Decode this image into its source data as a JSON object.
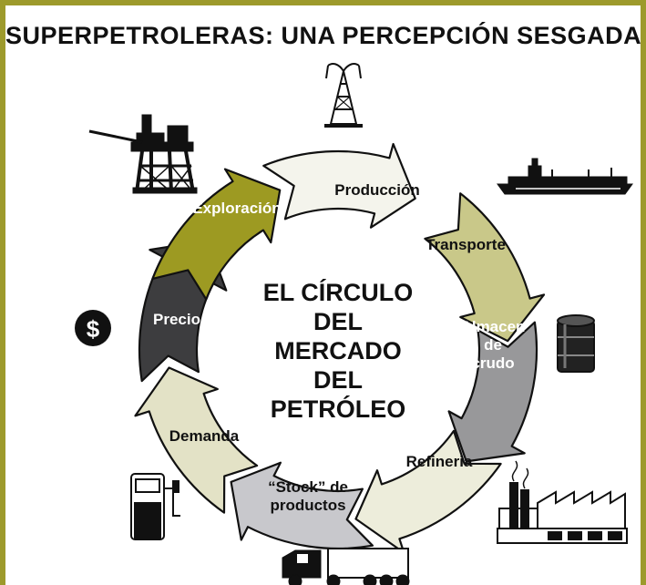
{
  "title": "SUPERPETROLERAS: UNA PERCEPCIÓN SESGADA",
  "center": {
    "lines": [
      "EL CÍRCULO",
      "DEL",
      "MERCADO",
      "DEL",
      "PETRÓLEO"
    ]
  },
  "stages": [
    {
      "id": "produccion",
      "lines": [
        "Producción"
      ],
      "color": "#f4f4ec",
      "text_color": "#111111",
      "icon": "oil-derrick-icon"
    },
    {
      "id": "transporte",
      "lines": [
        "Transporte"
      ],
      "color": "#c9c889",
      "text_color": "#111111",
      "icon": "tanker-ship-icon"
    },
    {
      "id": "almacen",
      "lines": [
        "Almacen",
        "de",
        "crudo"
      ],
      "color": "#98989a",
      "text_color": "#ffffff",
      "icon": "oil-barrel-icon"
    },
    {
      "id": "refineria",
      "lines": [
        "Refineria"
      ],
      "color": "#ededdb",
      "text_color": "#111111",
      "icon": "refinery-factory-icon"
    },
    {
      "id": "stock",
      "lines": [
        "“Stock” de",
        "productos"
      ],
      "color": "#c8c8cc",
      "text_color": "#111111",
      "icon": "tanker-truck-icon"
    },
    {
      "id": "demanda",
      "lines": [
        "Demanda"
      ],
      "color": "#e3e2c6",
      "text_color": "#111111",
      "icon": "gas-pump-icon"
    },
    {
      "id": "precio",
      "lines": [
        "Precio"
      ],
      "color": "#3d3d3f",
      "text_color": "#ffffff",
      "icon": "dollar-icon"
    },
    {
      "id": "exploracion",
      "lines": [
        "Exploración"
      ],
      "color": "#9d9a22",
      "text_color": "#ffffff",
      "icon": "offshore-platform-icon"
    }
  ],
  "dollar_symbol": "$",
  "colors": {
    "frame": "#9d9a2c",
    "outline": "#111111"
  }
}
